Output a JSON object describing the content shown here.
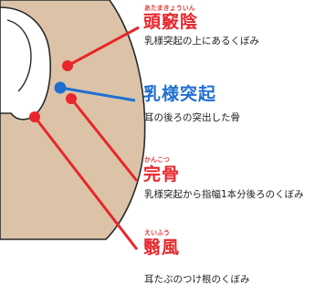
{
  "colors": {
    "skin": "#dcc3a8",
    "outline": "#2a2a2a",
    "red": "#e8262b",
    "blue": "#1f6fd1",
    "text": "#222222"
  },
  "points": [
    {
      "ruby": "あたまきょういん",
      "name": "頭竅陰",
      "desc": "乳様突起の上にあるくぼみ",
      "color": "red"
    },
    {
      "name": "乳様突起",
      "desc": "耳の後ろの突出した骨",
      "color": "blue"
    },
    {
      "ruby": "かんこつ",
      "name": "完骨",
      "desc": "乳様突起から指幅1本分後ろのくぼみ",
      "color": "red"
    },
    {
      "ruby": "えいふう",
      "name": "翳風",
      "desc": "耳たぶのつけ根のくぼみ",
      "color": "red"
    }
  ]
}
